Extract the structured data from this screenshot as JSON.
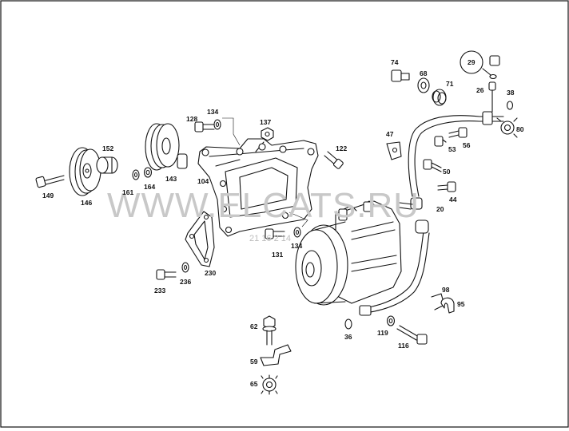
{
  "watermark": {
    "text": "WWW.ELCATS.RU",
    "code": "21 16 2 14"
  },
  "labels": {
    "p149": "149",
    "p146": "146",
    "p152": "152",
    "p161": "161",
    "p164": "164",
    "p143": "143",
    "p128": "128",
    "p134a": "134",
    "p137": "137",
    "p104": "104",
    "p122": "122",
    "p131": "131",
    "p134b": "134",
    "p230": "230",
    "p236": "236",
    "p233": "233",
    "p62": "62",
    "p59": "59",
    "p65": "65",
    "p47": "47",
    "p74": "74",
    "p68": "68",
    "p71": "71",
    "p29": "29",
    "p26": "26",
    "p38": "38",
    "p80": "80",
    "p56": "56",
    "p53": "53",
    "p50": "50",
    "p44": "44",
    "p20": "20",
    "p98": "98",
    "p95": "95",
    "p36": "36",
    "p119": "119",
    "p116": "116"
  },
  "colors": {
    "line": "#111111",
    "watermark": "#c8c8c8",
    "background": "#ffffff"
  }
}
